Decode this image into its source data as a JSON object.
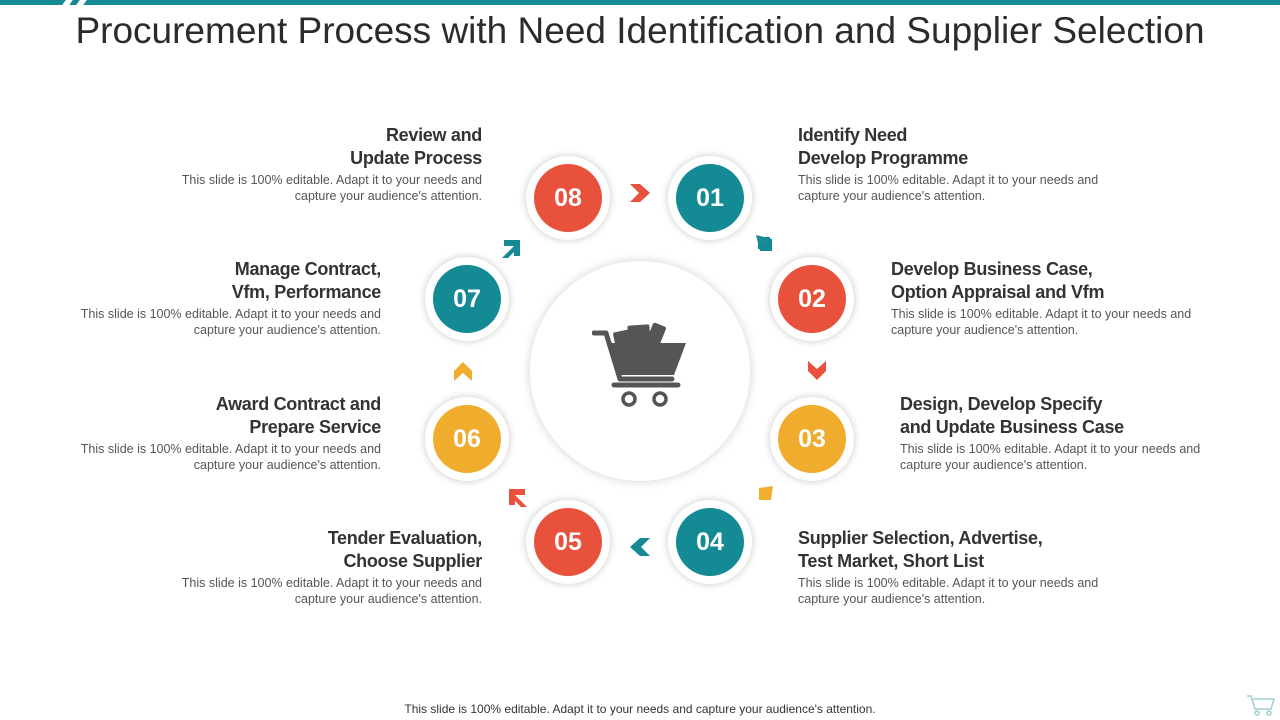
{
  "title": "Procurement Process with Need Identification and Supplier Selection",
  "colors": {
    "red": "#e8513c",
    "teal": "#138a94",
    "yellow": "#f0ad2d",
    "text": "#333333"
  },
  "center_icon": "shopping-cart-icon",
  "steps": [
    {
      "number": "01",
      "heading": "Identify Need\nDevelop Programme",
      "desc": "This slide is 100% editable. Adapt it to your needs and capture your audience's attention.",
      "color": "#138a94"
    },
    {
      "number": "02",
      "heading": "Develop Business Case,\nOption Appraisal and Vfm",
      "desc": "This slide is 100% editable. Adapt it to your needs and capture your audience's attention.",
      "color": "#e8513c"
    },
    {
      "number": "03",
      "heading": "Design, Develop Specify\nand Update Business Case",
      "desc": "This slide is 100% editable. Adapt it to your needs and capture your audience's attention.",
      "color": "#f0ad2d"
    },
    {
      "number": "04",
      "heading": "Supplier Selection, Advertise,\nTest Market, Short List",
      "desc": "This slide is 100% editable. Adapt it to your needs and capture your audience's attention.",
      "color": "#138a94"
    },
    {
      "number": "05",
      "heading": "Tender Evaluation,\nChoose Supplier",
      "desc": "This slide is 100% editable. Adapt it to your needs and capture your audience's attention.",
      "color": "#e8513c"
    },
    {
      "number": "06",
      "heading": "Award Contract and\nPrepare Service",
      "desc": "This slide is 100% editable. Adapt it to your needs and capture your audience's attention.",
      "color": "#f0ad2d"
    },
    {
      "number": "07",
      "heading": "Manage Contract,\nVfm, Performance",
      "desc": "This slide is 100% editable. Adapt it to your needs and capture your audience's attention.",
      "color": "#138a94"
    },
    {
      "number": "08",
      "heading": "Review and\nUpdate Process",
      "desc": "This slide is 100% editable. Adapt it to your needs and capture your audience's attention.",
      "color": "#e8513c"
    }
  ],
  "footer": "This slide is 100% editable. Adapt it to your needs and capture your audience's attention."
}
